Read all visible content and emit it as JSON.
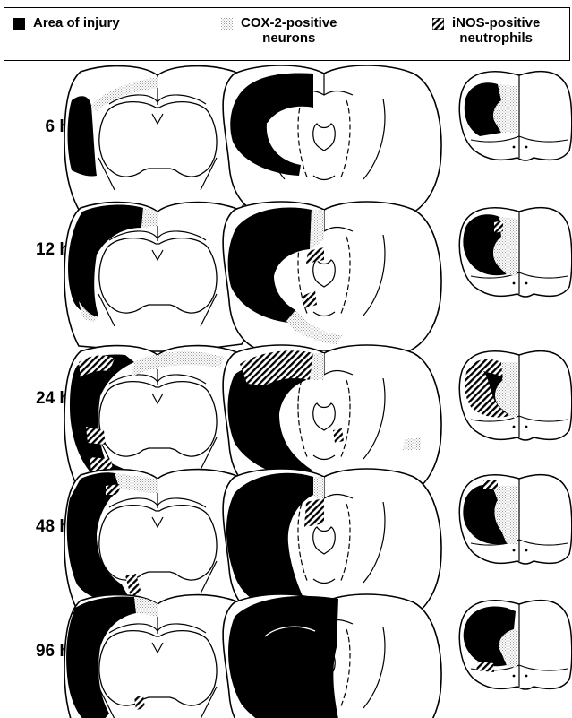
{
  "legend": {
    "injury": "Area of injury",
    "cox2_line1": "COX-2-positive",
    "cox2_line2": "neurons",
    "inos_line1": "iNOS-positive",
    "inos_line2": "neutrophils"
  },
  "rows": [
    {
      "time": "6 h"
    },
    {
      "time": "12 h"
    },
    {
      "time": "24 h"
    },
    {
      "time": "48 h"
    },
    {
      "time": "96 h"
    }
  ],
  "colors": {
    "injury": "#000000",
    "cox2": "#d4d4d4",
    "outline": "#000000"
  },
  "icons": [
    "solid-black-square",
    "stippled-gray-square",
    "hatched-square"
  ]
}
